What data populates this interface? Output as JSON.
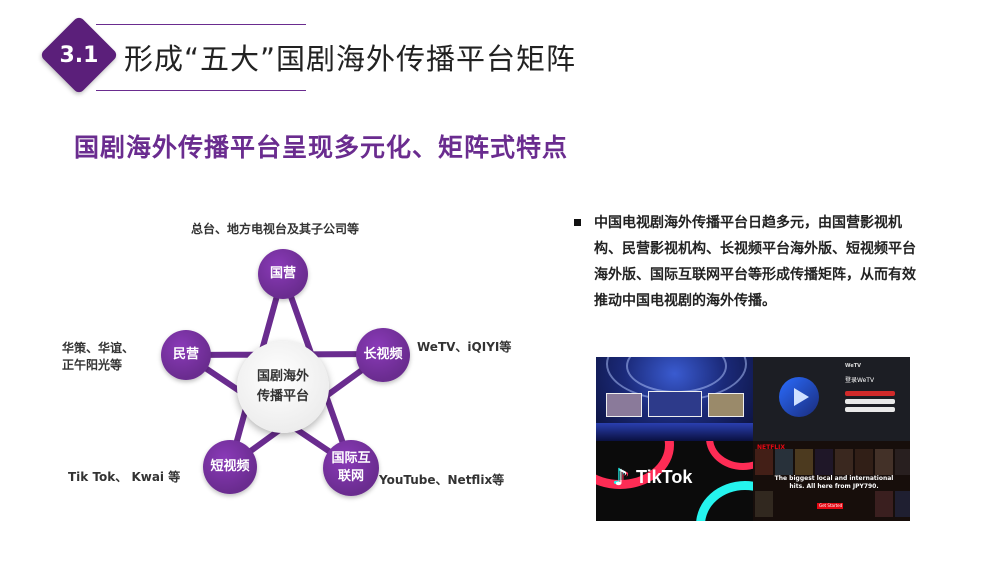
{
  "header": {
    "section_number": "3.1",
    "title": "形成“五大”国剧海外传播平台矩阵",
    "accent_color": "#6a2c8f"
  },
  "subtitle": "国剧海外传播平台呈现多元化、矩阵式特点",
  "diagram": {
    "center": [
      "国剧海外",
      "传播平台"
    ],
    "nodes": {
      "top": "国营",
      "left": "民营",
      "right": "长视频",
      "bottom_left": "短视频",
      "bottom_right": [
        "国际互",
        "联网"
      ]
    },
    "labels": {
      "top": "总台、地方电视台及其子公司等",
      "left": [
        "华策、华谊、",
        "正午阳光等"
      ],
      "right": "WeTV、iQIYI等",
      "bottom_left": "Tik Tok、 Kwai 等",
      "bottom_right": "YouTube、Netflix等"
    }
  },
  "description": "中国电视剧海外传播平台日趋多元，由国营影视机构、民营影视机构、长视频平台海外版、短视频平台海外版、国际互联网平台等形成传播矩阵，从而有效推动中国电视剧的海外传播。",
  "collage": {
    "wetv_brand": "WeTV",
    "wetv_heading": "登录WeTV",
    "tiktok_brand": "TikTok",
    "netflix_brand": "NETFLIX",
    "netflix_tagline": "The biggest local and international hits. All here from JPY790.",
    "netflix_button": "Get Started"
  }
}
